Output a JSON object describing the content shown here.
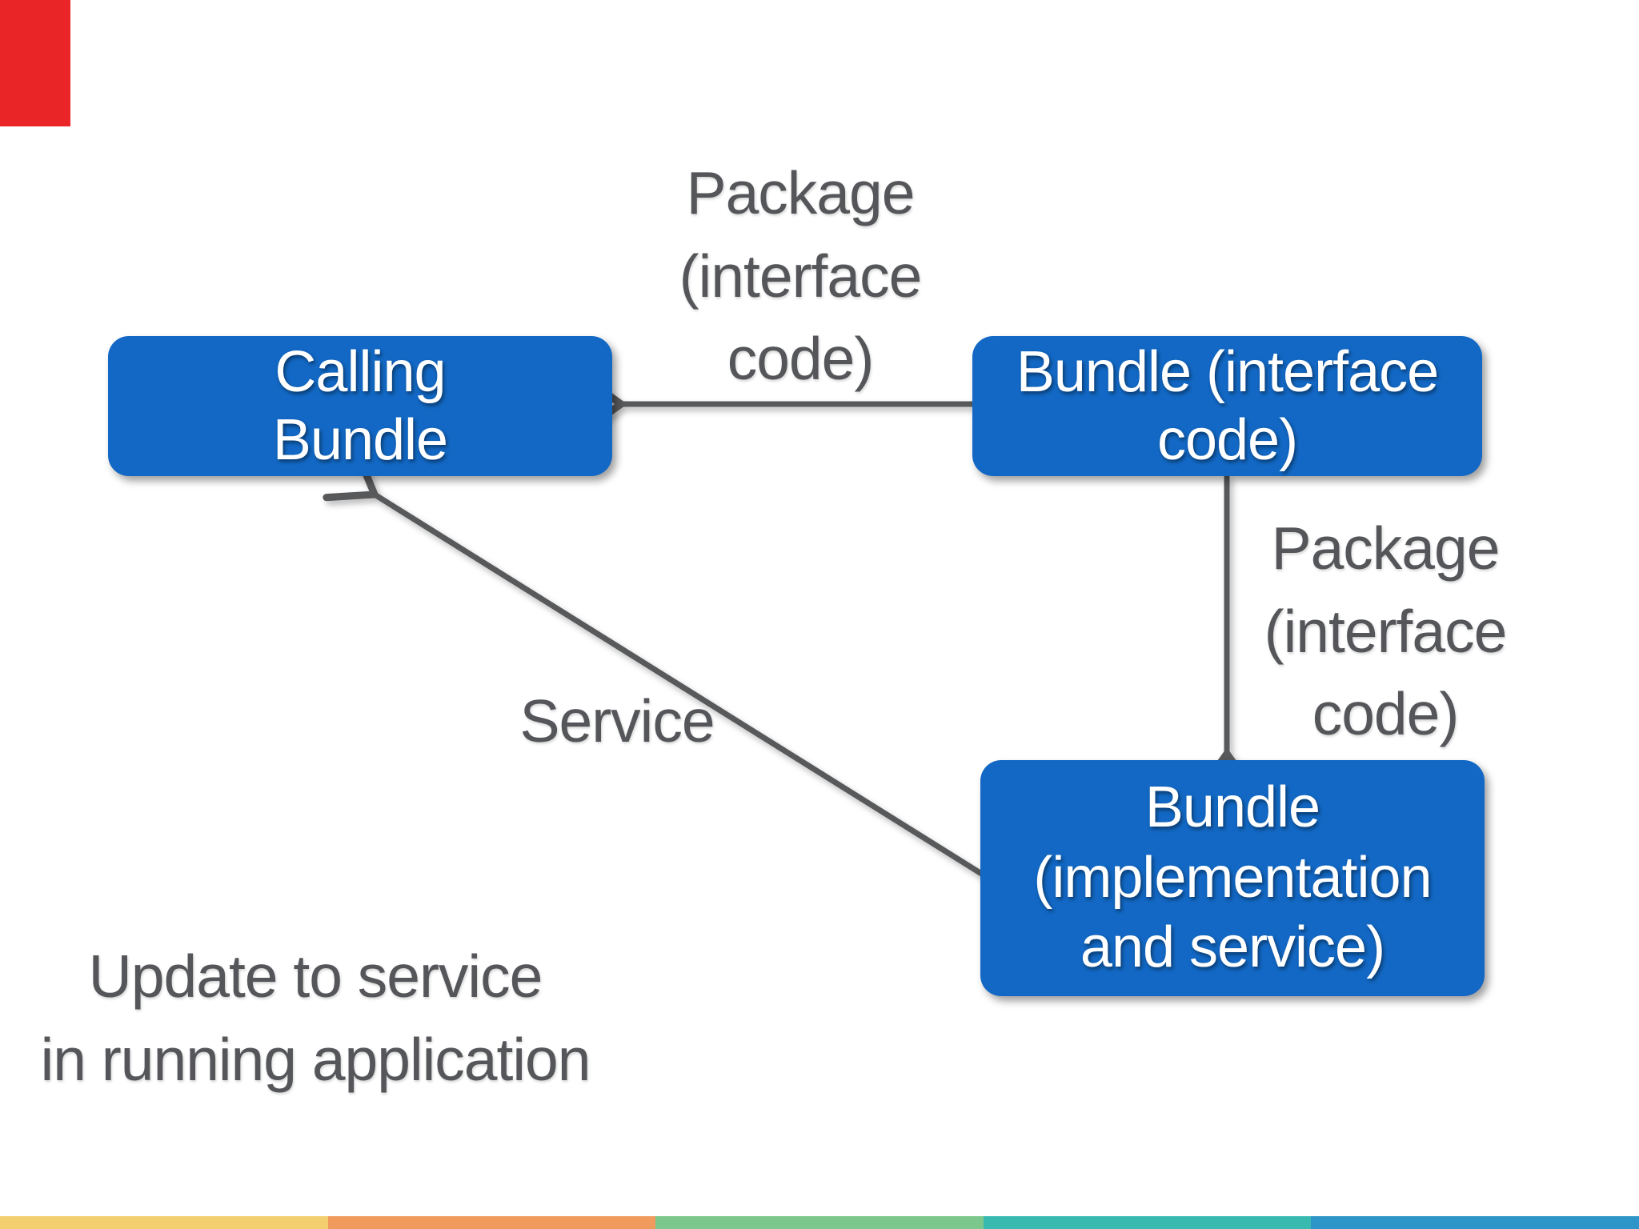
{
  "slide": {
    "corner_marker": {
      "color": "#e92528"
    },
    "boxes": {
      "calling": {
        "label": "Calling\nBundle"
      },
      "interface": {
        "label": "Bundle (interface\ncode)"
      },
      "implementation": {
        "label": "Bundle\n(implementation\nand service)"
      }
    },
    "arrow_labels": {
      "top_package": "Package\n(interface\ncode)",
      "right_package": "Package\n(interface\ncode)",
      "service": "Service"
    },
    "caption": "Update to service\nin running application",
    "arrows": [
      {
        "name": "package-arrow-interface-to-calling",
        "direction": "right-to-left"
      },
      {
        "name": "package-arrow-interface-to-implementation",
        "direction": "top-to-bottom"
      },
      {
        "name": "service-arrow-implementation-to-calling",
        "direction": "diagonal-up-left"
      }
    ],
    "colors": {
      "box_blue": "#1268c4",
      "text_grey": "#55565a",
      "arrow_grey": "#58595b",
      "marker_red": "#e92528",
      "bottom_bar_segments": [
        "#f4cf6f",
        "#f09b5d",
        "#7cc78b",
        "#39bab0",
        "#2e95c9"
      ]
    }
  }
}
